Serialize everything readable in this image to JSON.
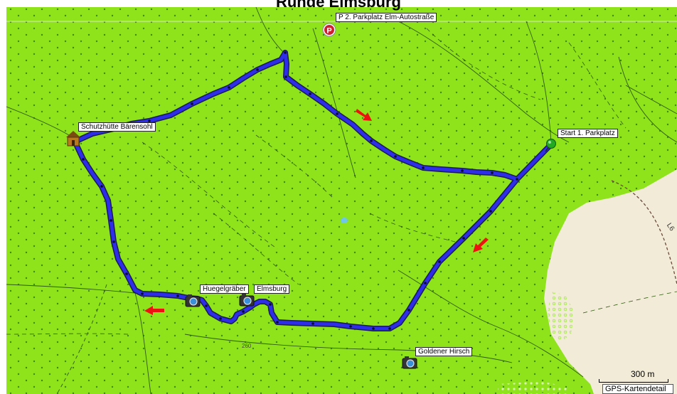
{
  "title": "Runde Elmsburg",
  "markers": {
    "parking_top": "P 2. Parkplatz Elm-Autostraße",
    "start": "Start 1. Parkplatz",
    "hut": "Schutzhütte Bärensohl",
    "poi_huegelgraeber": "Huegelgräber",
    "poi_elmsburg": "Elmsburg",
    "poi_goldener_hirsch": "Goldener Hirsch"
  },
  "map_text": {
    "road_label": "L6",
    "contour_label": "260"
  },
  "scale": {
    "label": "300 m"
  },
  "attribution": "GPS-Kartendetail",
  "colors": {
    "forest": "#8ee31a",
    "field": "#f2ebd8",
    "track": "#2e2ee8",
    "track_dark": "#1a1a55",
    "arrow": "#ee1111",
    "start_marker": "#22aa22",
    "parking": "#cc1f2f",
    "label_bg": "#ffffff"
  },
  "icons": {
    "parking": "parking-icon",
    "hut": "hut-icon",
    "camera": "camera-icon",
    "start": "start-pin-icon",
    "direction": "direction-arrow-icon"
  }
}
